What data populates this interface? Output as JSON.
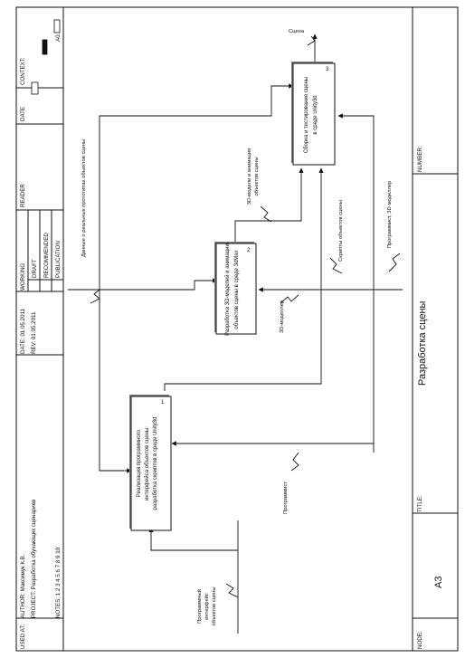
{
  "frame": {
    "used_at": "USED AT:",
    "author": "AUTHOR:  Максимук К.В.",
    "project": "PROJECT:  Разработка обучающих сценариев",
    "notes": "NOTES:  1  2  3  4  5  6  7  8  9  10",
    "date": "DATE:   01.05.2011",
    "rev": "REV:     01.05.2011",
    "working": "WORKING",
    "draft": "DRAFT",
    "recommended": "RECOMMENDED",
    "publication": "PUBLICATION",
    "reader": "READER",
    "date_col": "DATE",
    "context": "CONTEXT:",
    "node_id": "A0",
    "node_label": "NODE:",
    "node_value": "A3",
    "title_label": "TITLE:",
    "title_value": "Разработка сцены",
    "number_label": "NUMBER:"
  },
  "boxes": [
    {
      "id": "1",
      "lines": [
        "Реализация программного",
        "интерфейса объектов сцены:",
        "разработка скриптов в среде Unity3d"
      ]
    },
    {
      "id": "2",
      "lines": [
        "Разработка 3D-моделей и анимации",
        "объектов сцены в среде 3dMax"
      ]
    },
    {
      "id": "3",
      "lines": [
        "Сборка и тестирование сцены",
        "в среде Unity3d"
      ]
    }
  ],
  "arrows": {
    "out_scene": "Сцена",
    "in_data": "Данные о реальных прототипах объектов сцены",
    "in_interfaces": [
      "Программный",
      "интерфейс",
      "объектов сцены"
    ],
    "models_anim": [
      "3D-модели и анимация",
      "объектов сцены"
    ],
    "scripts": "Скрипты объектов сцены",
    "programmer": "Программист",
    "modeler": "3D-моделлер",
    "prog_modeler": "Программист, 3D-моделлер"
  }
}
